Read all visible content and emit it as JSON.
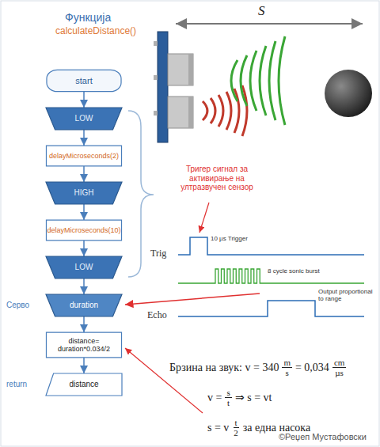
{
  "diagram": {
    "title": "Функција",
    "nodes": [
      {
        "text": [
          "start"
        ]
      },
      {
        "text": [
          "LOW"
        ]
      },
      {
        "text": [
          "delayMicroseconds(2)"
        ]
      },
      {
        "text": [
          "HIGH"
        ]
      },
      {
        "text": [
          "delayMicroseconds(10)"
        ]
      },
      {
        "text": [
          "LOW"
        ]
      },
      {
        "text": [
          "duration"
        ]
      },
      {
        "text": [
          "distance= duration*0.034/2"
        ]
      },
      {
        "text": [
          "distance"
        ]
      }
    ],
    "edges": [
      {
        "from": 0,
        "to": 1,
        "arrow": "to"
      },
      {
        "from": 1,
        "to": 2,
        "arrow": "to"
      },
      {
        "from": 2,
        "to": 3,
        "arrow": "to"
      },
      {
        "from": 3,
        "to": 4,
        "arrow": "to"
      },
      {
        "from": 4,
        "to": 5,
        "arrow": "to"
      },
      {
        "from": 5,
        "to": 6,
        "arrow": "to"
      },
      {
        "from": 6,
        "to": 7,
        "arrow": "to"
      },
      {
        "from": 7,
        "to": 8,
        "arrow": "to"
      }
    ],
    "labels": [
      "calculateDistance()",
      "S",
      "Тригер сигнал за активирање на ултразвучен сензор",
      "Trig",
      "10 µs Trigger",
      "8 cycle sonic burst",
      "Echo",
      "Output proportional to range",
      "Серво",
      "return",
      "Брзина на звук: v = 340",
      "m",
      "s",
      "= 0,034",
      "cm",
      "µs",
      "v =",
      "s",
      "t",
      "⇒ s = vt",
      "s = v",
      "t",
      "2",
      "за една насока",
      "©Реџеп Мустафовски"
    ]
  }
}
